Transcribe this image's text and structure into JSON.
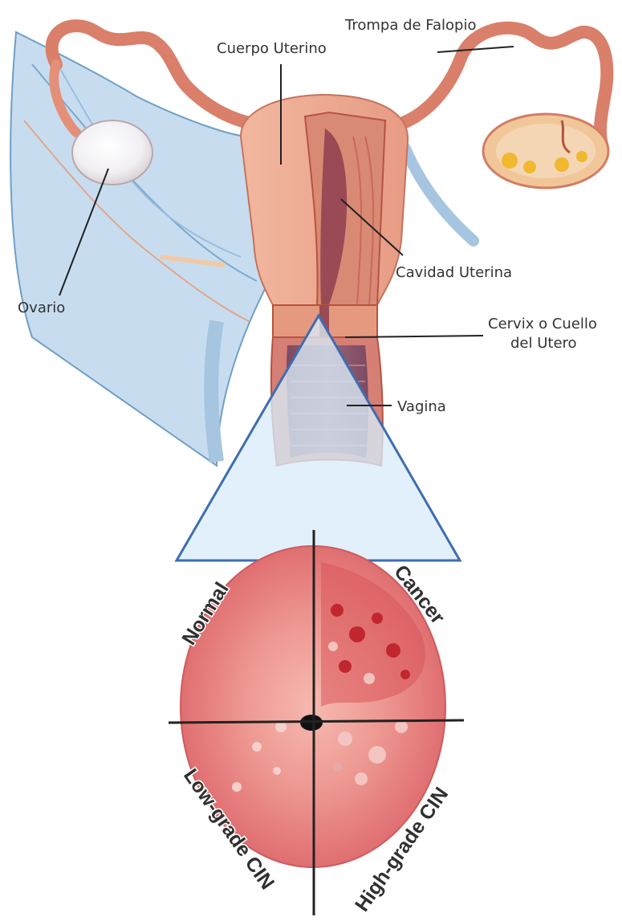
{
  "anatomy_labels": {
    "fallopian_tube": "Trompa de Falopio",
    "uterine_body": "Cuerpo Uterino",
    "uterine_cavity": "Cavidad Uterina",
    "ovary": "Ovario",
    "cervix_line1": "Cervix o Cuello",
    "cervix_line2": "del Utero",
    "vagina": "Vagina"
  },
  "cervix_view_labels": {
    "normal": "Normal",
    "cancer": "Cancer",
    "low_grade": "Low-grade CIN",
    "high_grade": "High-grade CIN"
  },
  "colors": {
    "tissue": "#e8a08c",
    "tissue_dark": "#b5543f",
    "cavity": "#9a4a55",
    "ligament_blue": "#b9d4ea",
    "magnifier_fill": "#d8ecf8",
    "magnifier_stroke": "#3f6db0",
    "cervix_face": "#e87f80",
    "lesion_red": "#c2262e"
  }
}
